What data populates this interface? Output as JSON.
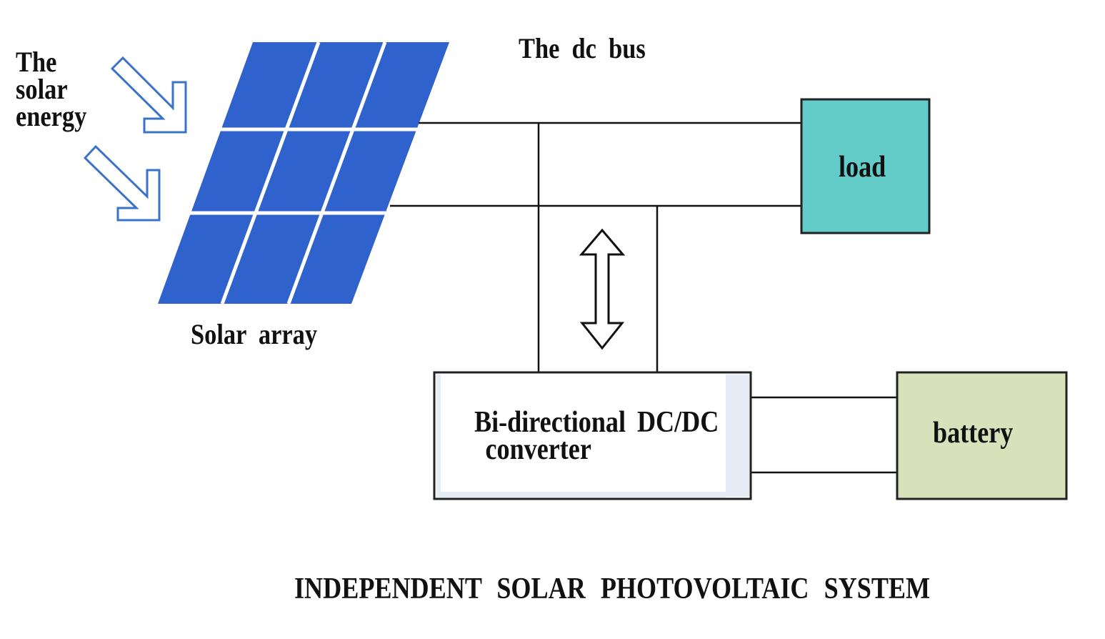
{
  "incoming_light": [
    "The",
    "solar",
    "energy"
  ],
  "bus_label": "The dc bus",
  "array_label": "Solar array",
  "load_label": "load",
  "converter_label": [
    "Bi-directional DC/DC",
    "converter"
  ],
  "battery_label": "battery",
  "title": "INDEPENDENT SOLAR PHOTOVOLTAIC SYSTEM",
  "colors": {
    "panel": "#2f62cc",
    "panel_grid": "#ffffff",
    "load_box": "#63cbc8",
    "battery_box": "#d7e2bb",
    "converter_fill": "#e6ecf5",
    "sun_arrow": "#3a74c9",
    "wire": "#111111"
  }
}
